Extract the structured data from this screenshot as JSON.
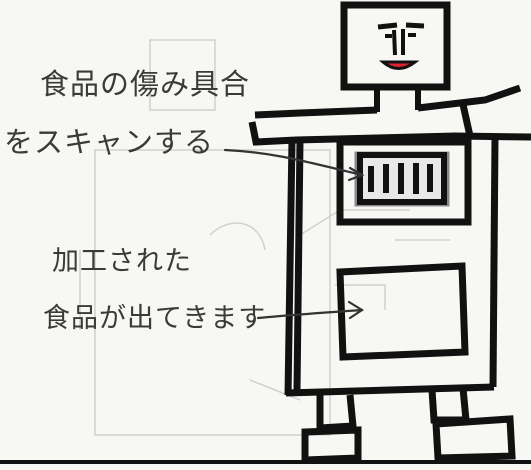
{
  "annotations": {
    "scan_label": {
      "line1": "食品の傷み具合",
      "line2": "をスキャンする"
    },
    "output_label": {
      "line1": "加工された",
      "line2": "食品が出てきます"
    }
  },
  "colors": {
    "ink": "#111111",
    "pencil": "#3a3a3a",
    "faint_sketch": "#cfcfcf",
    "mouth": "#e0242f",
    "paper": "#f7f7f4"
  }
}
